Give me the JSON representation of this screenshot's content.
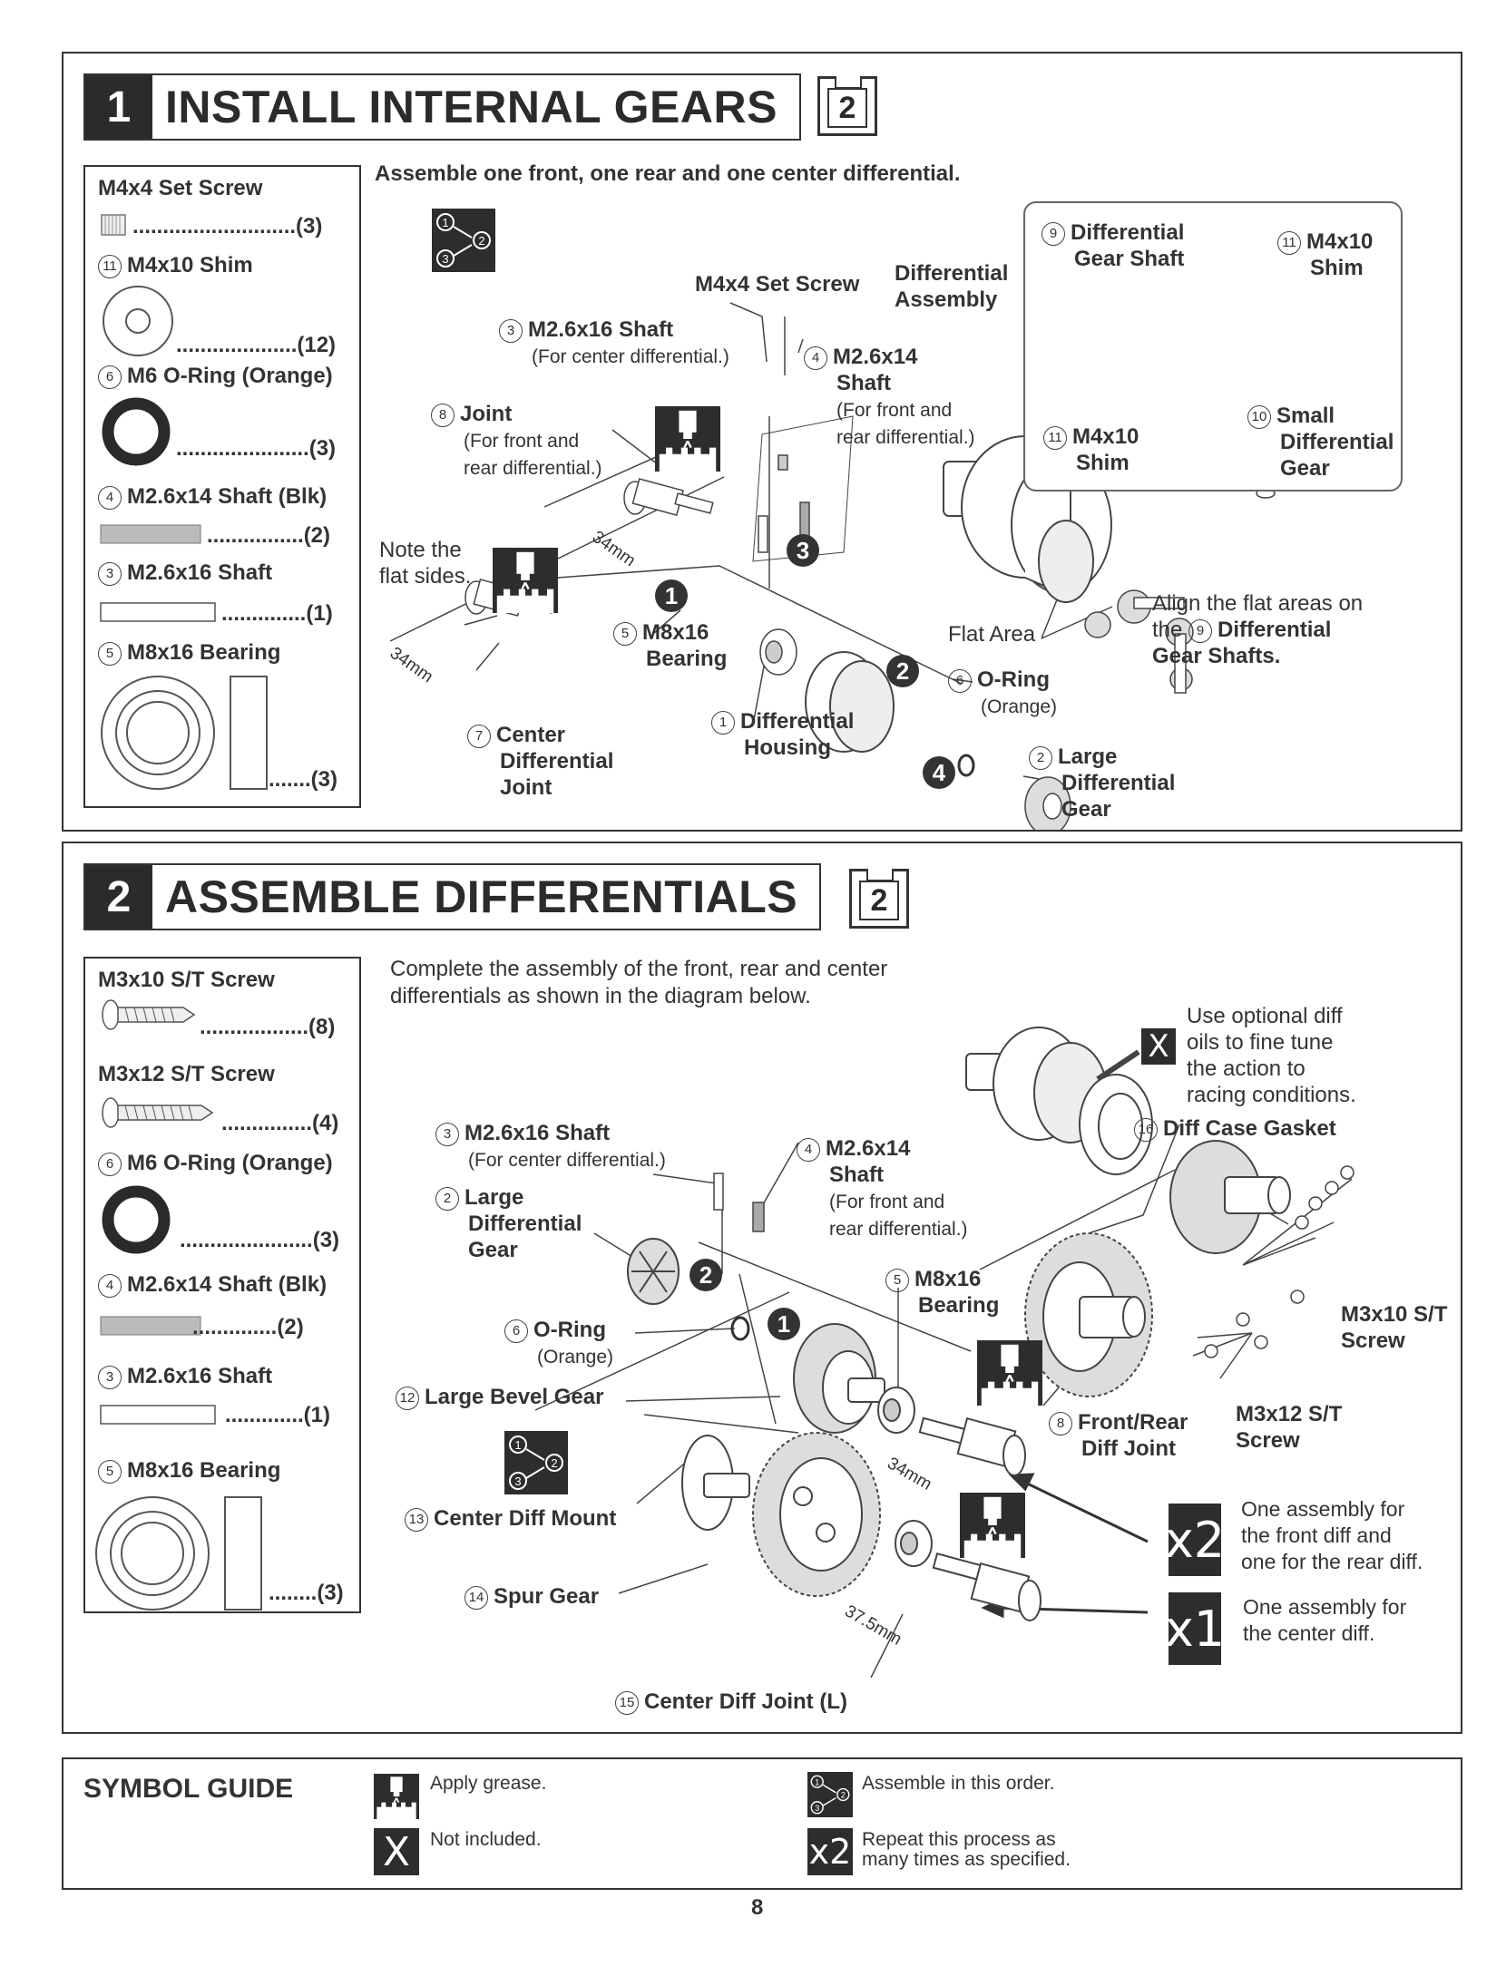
{
  "section1": {
    "number": "1",
    "title": "INSTALL INTERNAL GEARS",
    "sheet": "2",
    "intro": "Assemble one front, one rear and one center differential.",
    "parts": [
      {
        "name": "M4x4 Set Screw",
        "qty": "...........................(3)"
      },
      {
        "num": "11",
        "name": "M4x10 Shim",
        "qty": "....................(12)"
      },
      {
        "num": "6",
        "name": "M6 O-Ring (Orange)",
        "qty": "......................(3)"
      },
      {
        "num": "4",
        "name": "M2.6x14 Shaft (Blk)",
        "qty": "................(2)"
      },
      {
        "num": "3",
        "name": "M2.6x16 Shaft",
        "qty": "..............(1)"
      },
      {
        "num": "5",
        "name": "M8x16 Bearing",
        "qty": ".......(3)"
      }
    ],
    "labels": {
      "set_screw": "M4x4 Set Screw",
      "diff_assembly": [
        "Differential",
        "Assembly"
      ],
      "shaft16": {
        "num": "3",
        "name": "M2.6x16 Shaft",
        "note": "(For center differential.)"
      },
      "shaft14": {
        "num": "4",
        "name1": "M2.6x14",
        "name2": "Shaft",
        "note1": "(For front and",
        "note2": "rear differential.)"
      },
      "joint": {
        "num": "8",
        "name": "Joint",
        "note1": "(For front and",
        "note2": "rear differential.)"
      },
      "note_flat": [
        "Note the",
        "flat sides."
      ],
      "dim1": "34mm",
      "dim2": "34mm",
      "bearing": {
        "num": "5",
        "name1": "M8x16",
        "name2": "Bearing"
      },
      "center_joint": {
        "num": "7",
        "name1": "Center",
        "name2": "Differential",
        "name3": "Joint"
      },
      "housing": {
        "num": "1",
        "name1": "Differential",
        "name2": "Housing"
      },
      "oring": {
        "num": "6",
        "name": "O-Ring",
        "note": "(Orange)"
      },
      "large_gear": {
        "num": "2",
        "name1": "Large",
        "name2": "Differential",
        "name3": "Gear"
      },
      "flat_area": "Flat Area",
      "align": {
        "line1": "Align the flat areas on",
        "line2a": "the",
        "num": "9",
        "line2b": "Differential",
        "line3": "Gear Shafts."
      },
      "callout_gear_shaft": {
        "num": "9",
        "name1": "Differential",
        "name2": "Gear Shaft"
      },
      "callout_shim_top": {
        "num": "11",
        "name1": "M4x10",
        "name2": "Shim"
      },
      "callout_shim_left": {
        "num": "11",
        "name1": "M4x10",
        "name2": "Shim"
      },
      "callout_small_gear": {
        "num": "10",
        "name1": "Small",
        "name2": "Differential",
        "name3": "Gear"
      }
    },
    "steps": [
      "1",
      "2",
      "3",
      "4"
    ]
  },
  "section2": {
    "number": "2",
    "title": "ASSEMBLE DIFFERENTIALS",
    "sheet": "2",
    "intro1": "Complete the assembly of the front, rear and center",
    "intro2": "differentials as shown in the diagram below.",
    "parts": [
      {
        "name": "M3x10 S/T Screw",
        "qty": "..................(8)"
      },
      {
        "name": "M3x12 S/T Screw",
        "qty": "...............(4)"
      },
      {
        "num": "6",
        "name": "M6 O-Ring (Orange)",
        "qty": "......................(3)"
      },
      {
        "num": "4",
        "name": "M2.6x14 Shaft (Blk)",
        "qty": "(2)"
      },
      {
        "num": "3",
        "name": "M2.6x16 Shaft",
        "qty": ".............(1)"
      },
      {
        "num": "5",
        "name": "M8x16 Bearing",
        "qty": "........(3)"
      }
    ],
    "labels": {
      "optional_oil": [
        "Use optional diff",
        "oils to fine tune",
        "the action to",
        "racing conditions."
      ],
      "gasket": {
        "num": "16",
        "name": "Diff Case Gasket"
      },
      "shaft16": {
        "num": "3",
        "name": "M2.6x16 Shaft",
        "note": "(For center differential.)"
      },
      "shaft14": {
        "num": "4",
        "name1": "M2.6x14",
        "name2": "Shaft",
        "note1": "(For front and",
        "note2": "rear differential.)"
      },
      "large_gear": {
        "num": "2",
        "name1": "Large",
        "name2": "Differential",
        "name3": "Gear"
      },
      "bearing": {
        "num": "5",
        "name1": "M8x16",
        "name2": "Bearing"
      },
      "oring": {
        "num": "6",
        "name": "O-Ring",
        "note": "(Orange)"
      },
      "bevel": {
        "num": "12",
        "name": "Large Bevel Gear"
      },
      "fr_joint": {
        "num": "8",
        "name1": "Front/Rear",
        "name2": "Diff Joint"
      },
      "center_mount": {
        "num": "13",
        "name": "Center Diff Mount"
      },
      "spur": {
        "num": "14",
        "name": "Spur Gear"
      },
      "center_joint": {
        "num": "15",
        "name": "Center Diff Joint (L)"
      },
      "m3x10": [
        "M3x10 S/T",
        "Screw"
      ],
      "m3x12": [
        "M3x12 S/T",
        "Screw"
      ],
      "dim1": "34mm",
      "dim2": "37.5mm",
      "x2_text": [
        "One assembly for",
        "the front diff and",
        "one for the rear diff."
      ],
      "x1_text": [
        "One assembly for",
        "the center diff."
      ],
      "x2": "x2",
      "x1": "x1",
      "x_mark": "X"
    },
    "steps": [
      "1",
      "2"
    ]
  },
  "symbol_guide": {
    "title": "SYMBOL GUIDE",
    "grease": "Apply grease.",
    "order": "Assemble in this order.",
    "not_included": "Not included.",
    "repeat1": "Repeat this process as",
    "repeat2": "many times as specified.",
    "x_mark": "X",
    "x2": "x2"
  },
  "page_number": "8"
}
